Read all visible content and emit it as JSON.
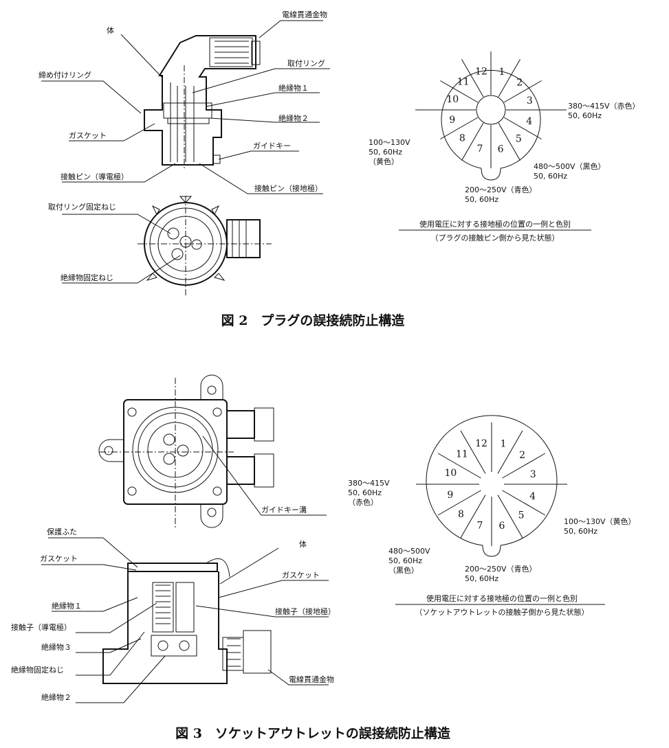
{
  "fig2": {
    "caption": "図 2　プラグの誤接続防止構造",
    "parts": {
      "cable_fitting": "電線貫通金物",
      "body": "体",
      "mount_ring": "取付リング",
      "tighten_ring": "締め付けリング",
      "insulator1": "絶縁物１",
      "insulator2": "絶縁物２",
      "gasket": "ガスケット",
      "guide_key": "ガイドキー",
      "pin_conductive": "接触ピン（導電極）",
      "pin_ground": "接触ピン（接地極）",
      "ring_screw": "取付リング固定ねじ",
      "insulator_screw": "絶縁物固定ねじ"
    },
    "voltages": {
      "v380": [
        "380～415V（赤色）",
        "50, 60Hz"
      ],
      "v100": [
        "100～130V",
        "50, 60Hz",
        "（黄色）"
      ],
      "v480": [
        "480～500V（黒色）",
        "50, 60Hz"
      ],
      "v200": [
        "200～250V（青色）",
        "50, 60Hz"
      ]
    },
    "dial_caption": [
      "使用電圧に対する接地極の位置の一例と色別",
      "（プラグの接触ピン側から見た状態）"
    ]
  },
  "fig3": {
    "caption": "図 3　ソケットアウトレットの誤接続防止構造",
    "parts": {
      "guide_groove": "ガイドキー溝",
      "cover": "保護ふた",
      "gasket_left": "ガスケット",
      "body": "体",
      "gasket_right": "ガスケット",
      "insulator1": "絶縁物１",
      "contact_ground": "接触子（接地極）",
      "contact_conductive": "接触子（導電極）",
      "insulator3": "絶縁物３",
      "insulator_screw": "絶縁物固定ねじ",
      "cable_fitting": "電線貫通金物",
      "insulator2": "絶縁物２"
    },
    "voltages": {
      "v380": [
        "380～415V",
        "50, 60Hz",
        "（赤色）"
      ],
      "v100": [
        "100～130V（黄色）",
        "50, 60Hz"
      ],
      "v480": [
        "480～500V",
        "50, 60Hz",
        "（黒色）"
      ],
      "v200": [
        "200～250V（青色）",
        "50, 60Hz"
      ]
    },
    "dial_caption": [
      "使用電圧に対する接地極の位置の一例と色別",
      "（ソケットアウトレットの接触子側から見た状態）"
    ]
  },
  "dial_numbers": [
    "1",
    "2",
    "3",
    "4",
    "5",
    "6",
    "7",
    "8",
    "9",
    "10",
    "11",
    "12"
  ]
}
